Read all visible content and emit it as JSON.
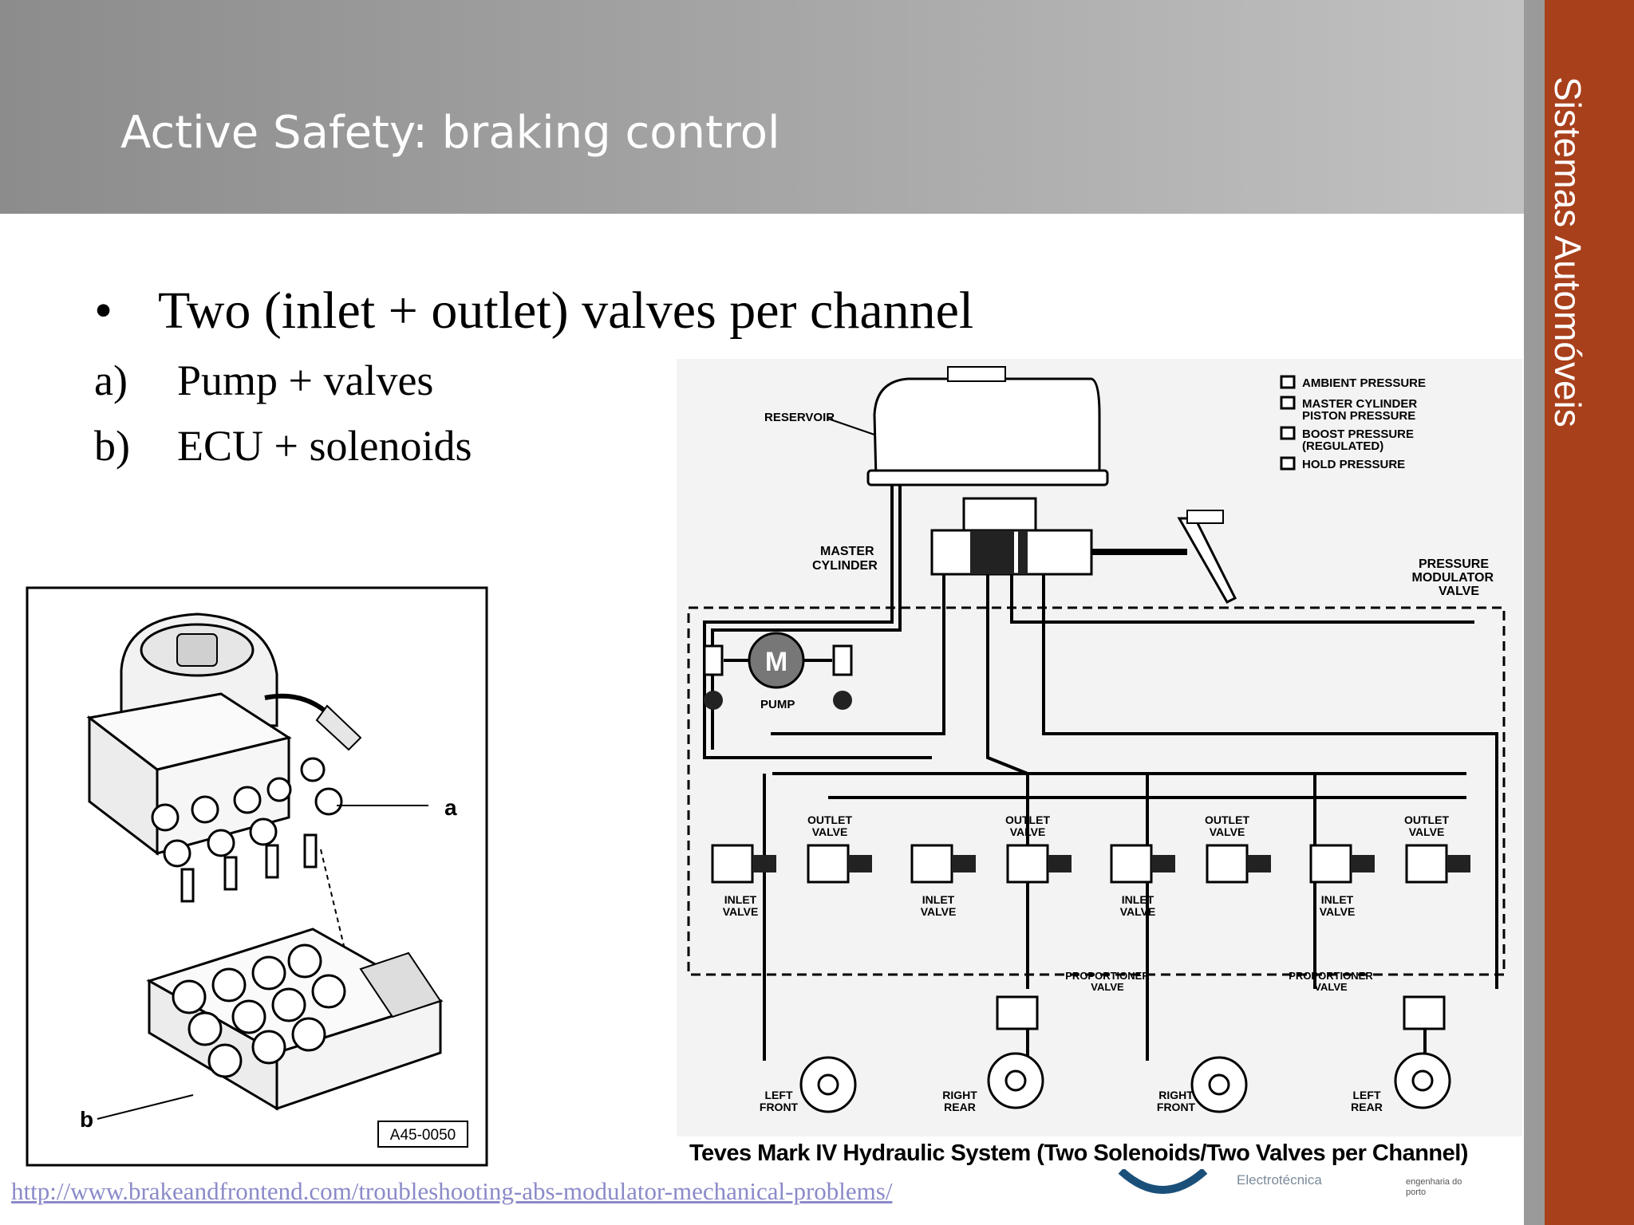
{
  "slide": {
    "title": "Active Safety: braking control",
    "side_label": "Sistemas Automóveis",
    "bullet": "Two (inlet + outlet) valves per channel",
    "items": [
      {
        "marker": "a)",
        "text": "Pump + valves"
      },
      {
        "marker": "b)",
        "text": "ECU + solenoids"
      }
    ],
    "source_url": "http://www.brakeandfrontend.com/troubleshooting-abs-modulator-mechanical-problems/"
  },
  "module_figure": {
    "label_a": "a",
    "label_b": "b",
    "part_number": "A45-0050"
  },
  "hydraulic_diagram": {
    "caption": "Teves Mark IV Hydraulic System (Two Solenoids/Two Valves per Channel)",
    "legend": [
      "AMBIENT PRESSURE",
      "MASTER CYLINDER",
      "PISTON PRESSURE",
      "BOOST PRESSURE",
      "(REGULATED)",
      "HOLD PRESSURE"
    ],
    "labels": {
      "reservoir": "RESERVOIR",
      "master_1": "MASTER",
      "master_2": "CYLINDER",
      "pmv_1": "PRESSURE",
      "pmv_2": "MODULATOR",
      "pmv_3": "VALVE",
      "motor": "M",
      "pump": "PUMP",
      "outlet_1": "OUTLET",
      "outlet_2": "VALVE",
      "inlet_1": "INLET",
      "inlet_2": "VALVE",
      "prop_1": "PROPORTIONER",
      "prop_2": "VALVE",
      "left_front_1": "LEFT",
      "left_front_2": "FRONT",
      "right_rear_1": "RIGHT",
      "right_rear_2": "REAR",
      "right_front_1": "RIGHT",
      "right_front_2": "FRONT",
      "left_rear_1": "LEFT",
      "left_rear_2": "REAR"
    }
  },
  "logos": {
    "electrotecnica": "Electrotécnica",
    "feup_1": "engenharia do",
    "feup_2": "porto"
  },
  "colors": {
    "accent_band": "#a8401b",
    "header_gray": "#8c8c8c"
  }
}
